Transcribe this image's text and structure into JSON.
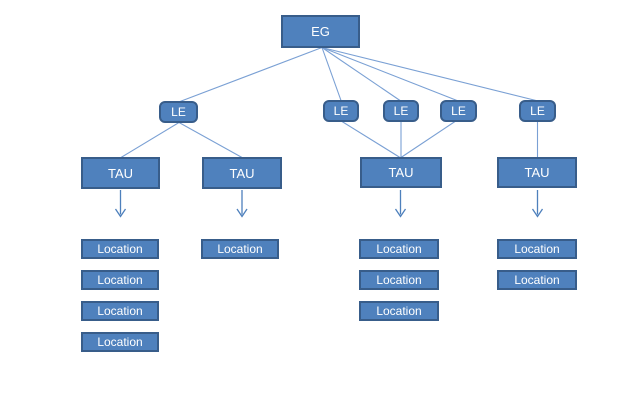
{
  "diagram": {
    "root": {
      "label": "EG"
    },
    "level2": [
      {
        "label": "LE"
      },
      {
        "label": "LE"
      },
      {
        "label": "LE"
      },
      {
        "label": "LE"
      },
      {
        "label": "LE"
      }
    ],
    "level3": [
      {
        "label": "TAU"
      },
      {
        "label": "TAU"
      },
      {
        "label": "TAU"
      },
      {
        "label": "TAU"
      }
    ],
    "location_columns": [
      {
        "items": [
          "Location",
          "Location",
          "Location",
          "Location"
        ]
      },
      {
        "items": [
          "Location"
        ]
      },
      {
        "items": [
          "Location",
          "Location",
          "Location"
        ]
      },
      {
        "items": [
          "Location",
          "Location"
        ]
      }
    ]
  },
  "colors": {
    "background": "#ffffff",
    "node_fill": "#4f81bd",
    "node_border": "#385d8a",
    "node_text": "#ffffff",
    "connector": "#7aa0d4",
    "arrow": "#4e80bc"
  }
}
